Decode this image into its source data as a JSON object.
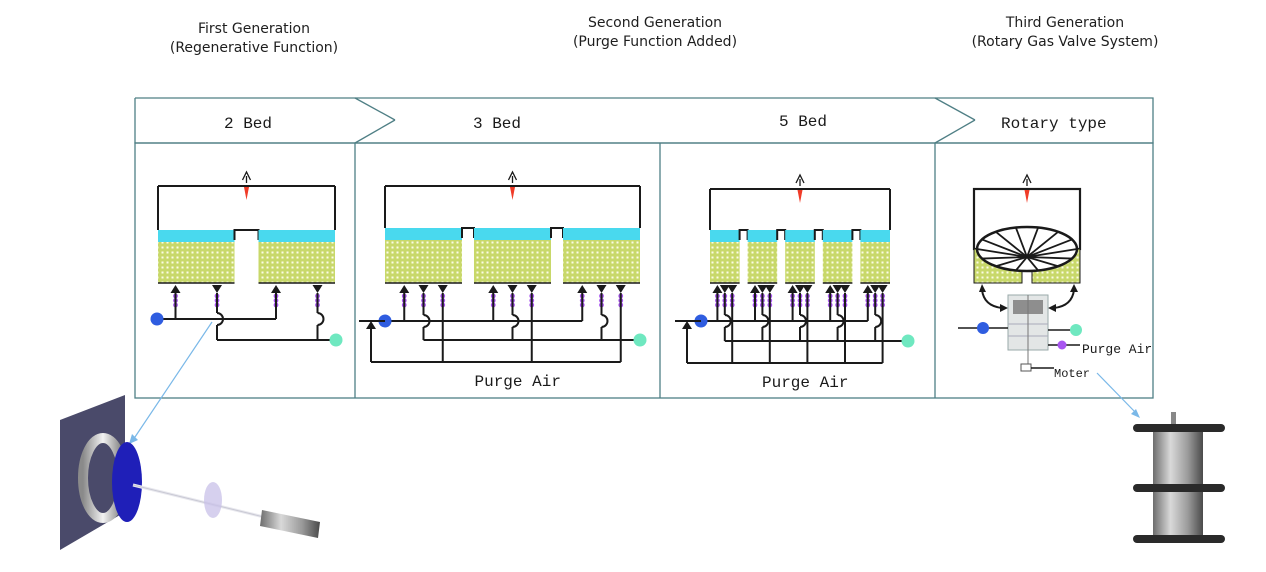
{
  "generations": [
    {
      "title": "First Generation",
      "subtitle": "(Regenerative Function)"
    },
    {
      "title": "Second Generation",
      "subtitle": "(Purge Function Added)"
    },
    {
      "title": "Third Generation",
      "subtitle": "(Rotary Gas Valve System)"
    }
  ],
  "stages": [
    {
      "label": "2 Bed",
      "beds": 2,
      "purge": false
    },
    {
      "label": "3 Bed",
      "beds": 3,
      "purge": true
    },
    {
      "label": "5 Bed",
      "beds": 5,
      "purge": true
    },
    {
      "label": "Rotary type",
      "beds": 0,
      "purge": true
    }
  ],
  "labels": {
    "purge_air": "Purge Air",
    "motor": "Moter",
    "burner": "A"
  },
  "colors": {
    "frame": "#4f7f85",
    "line": "#1a1a1a",
    "media_top": "#49d9ee",
    "media_fill": "#c8d86a",
    "valve": "#a855f0",
    "inlet_fan": "#2f5de0",
    "outlet": "#6fe8c0",
    "flame": "#f03c28",
    "leader": "#7ab8e8"
  }
}
